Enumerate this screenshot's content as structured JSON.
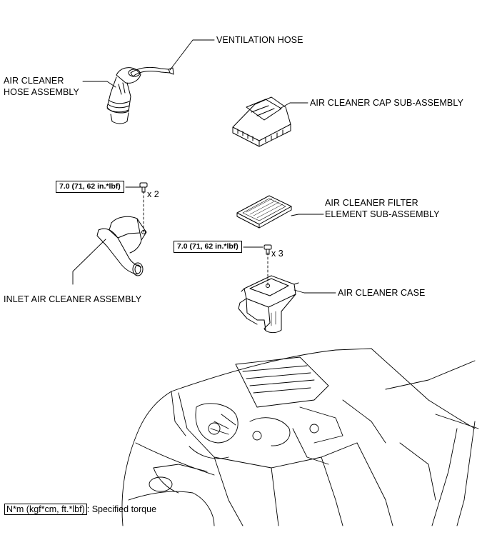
{
  "labels": {
    "ventilation_hose": "VENTILATION HOSE",
    "air_cleaner_hose_line1": "AIR CLEANER",
    "air_cleaner_hose_line2": "HOSE ASSEMBLY",
    "air_cleaner_cap": "AIR CLEANER CAP SUB-ASSEMBLY",
    "filter_line1": "AIR CLEANER FILTER",
    "filter_line2": "ELEMENT SUB-ASSEMBLY",
    "inlet_air_cleaner": "INLET AIR CLEANER ASSEMBLY",
    "air_cleaner_case": "AIR CLEANER CASE"
  },
  "torque_specs": [
    {
      "value": "7.0 (71, 62 in.*lbf)",
      "quantity": "x 2"
    },
    {
      "value": "7.0 (71, 62 in.*lbf)",
      "quantity": "x 3"
    }
  ],
  "legend": {
    "unit": "N*m (kgf*cm, ft.*lbf)",
    "description": ": Specified torque"
  }
}
